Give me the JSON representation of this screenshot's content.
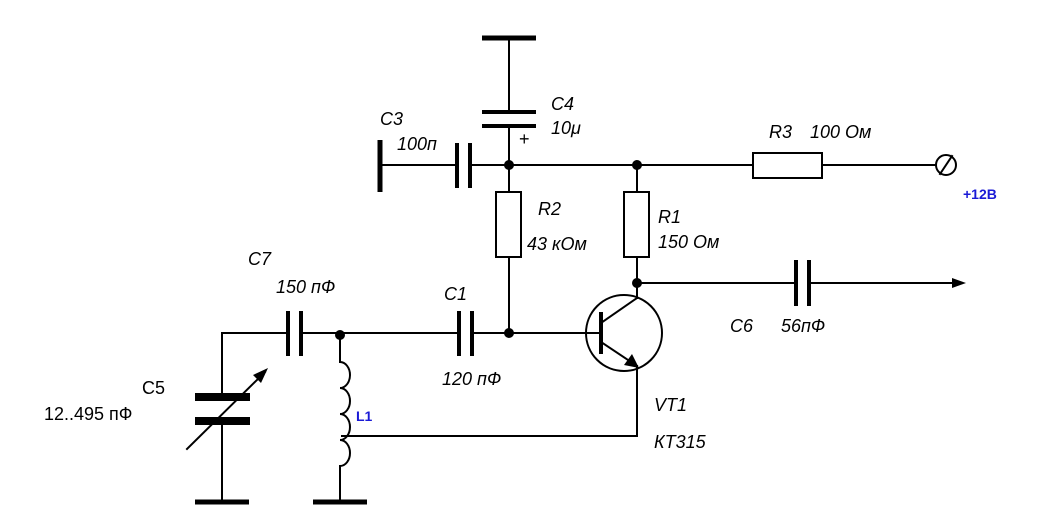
{
  "components": {
    "c3": {
      "ref": "C3",
      "value": "100п"
    },
    "c4": {
      "ref": "C4",
      "value": "10μ",
      "polarity": "+"
    },
    "r3": {
      "ref": "R3",
      "value": "100 Ом"
    },
    "supply": {
      "label": "+12В"
    },
    "r2": {
      "ref": "R2",
      "value": "43 кОм"
    },
    "r1": {
      "ref": "R1",
      "value": "150 Ом"
    },
    "c7": {
      "ref": "C7",
      "value": "150 пФ"
    },
    "c1": {
      "ref": "C1",
      "value": "120 пФ"
    },
    "c6": {
      "ref": "C6",
      "value": "56пФ"
    },
    "c5": {
      "ref": "C5",
      "value": "12..495 пФ"
    },
    "l1": {
      "ref": "L1"
    },
    "vt1": {
      "ref": "VT1",
      "type": "КТ315"
    }
  },
  "colors": {
    "wire": "#000000",
    "accent_label": "#1a1ad6",
    "background": "#ffffff"
  }
}
